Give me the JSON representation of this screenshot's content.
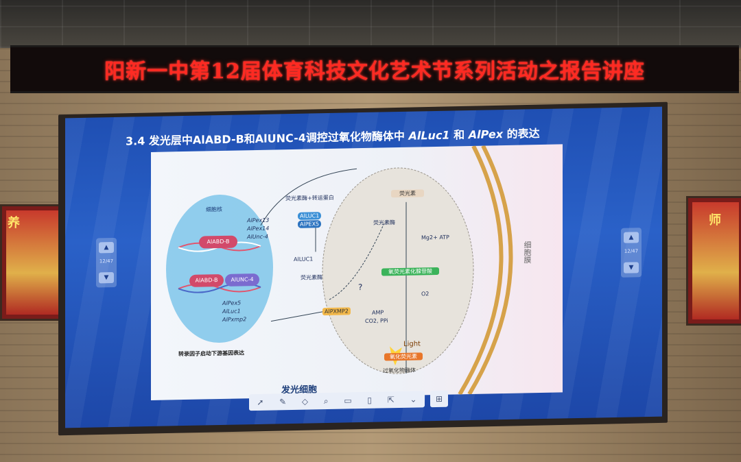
{
  "banner": {
    "text": "阳新一中第12届体育科技文化艺术节系列活动之报告讲座"
  },
  "slide": {
    "title_prefix": "3.4 发光层中AlABD-B和AlUNC-4调控过氧化物酶体中 ",
    "title_gene1": "AlLuc1",
    "title_mid": " 和 ",
    "title_gene2": "AlPex",
    "title_suffix": " 的表达"
  },
  "figure": {
    "nucleus_label": "细胞核",
    "genes_upper": [
      "AlPex13",
      "AlPex14",
      "AlUnc-4"
    ],
    "protein_abd": "AlABD-B",
    "protein_abd2": "AlABD-B",
    "protein_unc": "AlUNC-4",
    "genes_lower": [
      "AlPex5",
      "AlLuc1",
      "AlPxmp2"
    ],
    "caption_nucleus": "转录因子启动下游基因表达",
    "cell_label": "发光细胞",
    "luciferase_transport": "荧光素酶+转运蛋白",
    "aluc1_pex5": "AlLUC1",
    "alpex5": "AlPEX5",
    "aluc1": "AlLUC1",
    "luciferase": "荧光素酶",
    "alpxmp2": "AlPXMP2",
    "question": "?",
    "luciferin": "荧光素",
    "luciferase2": "荧光素酶",
    "mg_atp": "Mg2+ ATP",
    "intermediate": "氧荧光素化腺苷酸",
    "o2": "O2",
    "amp": "AMP",
    "co2": "CO2, PPi",
    "light": "Light",
    "oxyluciferin": "氧化荧光素",
    "peroxisome": "过氧化物酶体",
    "membrane": "细胞膜"
  },
  "nav": {
    "page": "12/47"
  },
  "toolbar": {
    "icons": [
      "cursor-icon",
      "pen-icon",
      "eraser-icon",
      "search-icon",
      "board-icon",
      "tablet-icon",
      "share-icon",
      "chevron-down-icon",
      "screen-icon"
    ]
  }
}
